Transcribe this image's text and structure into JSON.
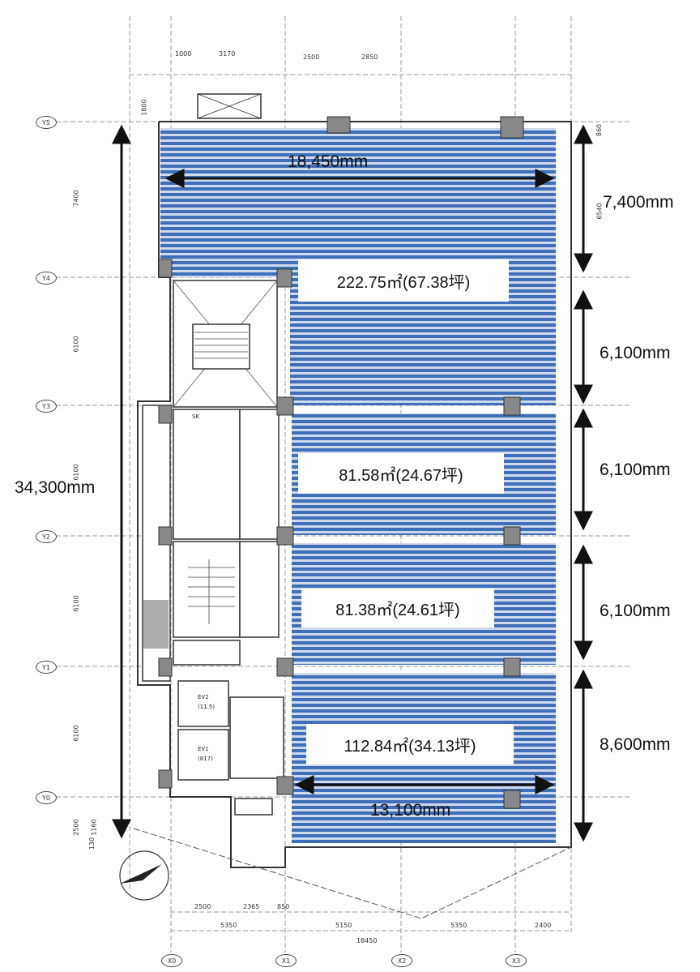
{
  "areas": [
    {
      "value": "222.75㎡",
      "paren": "(67.38坪)"
    },
    {
      "value": "81.58㎡",
      "paren": "(24.67坪)"
    },
    {
      "value": "81.38㎡",
      "paren": "(24.61坪)"
    },
    {
      "value": "112.84㎡",
      "paren": "(34.13坪)"
    }
  ],
  "dimensions": {
    "width_top": "18,450mm",
    "width_bottom": "13,100mm",
    "height_total": "34,300mm",
    "bays": [
      "7,400mm",
      "6,100mm",
      "6,100mm",
      "6,100mm",
      "8,600mm"
    ]
  },
  "axes": {
    "rows": [
      "Y5",
      "Y4",
      "Y3",
      "Y2",
      "Y1",
      "Y0"
    ],
    "cols": [
      "X0",
      "X1",
      "X2",
      "X3"
    ]
  },
  "small_dims": {
    "top": [
      "1000",
      "3170",
      "2500",
      "2850"
    ],
    "bottom_row1": [
      "2500",
      "2365",
      "850"
    ],
    "bottom_row2": [
      "5350",
      "5150",
      "5350",
      "2400"
    ],
    "bottom_total": "18450",
    "left": [
      "1800",
      "7400",
      "6100",
      "6100",
      "6100",
      "6100",
      "2500",
      "1160",
      "130"
    ],
    "right": [
      "860",
      "6540"
    ]
  },
  "rooms": {
    "sk": "SK",
    "ev2": "EV2",
    "ev2_sub": "(11.5)",
    "ev1": "EV1",
    "ev1_sub": "(817)"
  },
  "colors": {
    "stripe_blue": "#3f6fb8",
    "stripe_light": "#cfd9ee",
    "line": "#333333",
    "grid": "#9a9a9a"
  }
}
